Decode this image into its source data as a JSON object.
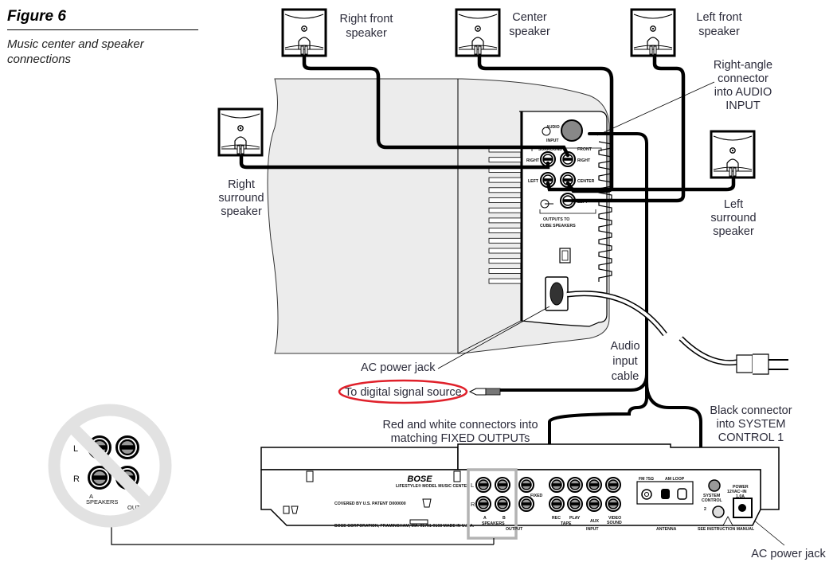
{
  "figure": {
    "title": "Figure 6",
    "caption": "Music center and speaker connections"
  },
  "speakers": {
    "right_front": [
      "Right front",
      "speaker"
    ],
    "center": [
      "Center",
      "speaker"
    ],
    "left_front": [
      "Left front",
      "speaker"
    ],
    "right_surround": [
      "Right",
      "surround",
      "speaker"
    ],
    "left_surround": [
      "Left",
      "surround",
      "speaker"
    ]
  },
  "callouts": {
    "right_angle": [
      "Right-angle",
      "connector",
      "into AUDIO",
      "INPUT"
    ],
    "ac_power_jack_module": "AC power jack",
    "digital_source": "To digital signal source",
    "audio_input_cable": [
      "Audio",
      "input",
      "cable"
    ],
    "red_white": [
      "Red and white connectors into",
      "matching FIXED OUTPUTs"
    ],
    "black_connector": [
      "Black connector",
      "into SYSTEM",
      "CONTROL 1"
    ],
    "ac_power_jack_center": "AC power jack"
  },
  "module_panel": {
    "audio_input": [
      "AUDIO",
      "INPUT"
    ],
    "surround": "SURROUND",
    "front": "FRONT",
    "right_left": "RIGHT",
    "right_right": "RIGHT",
    "left_left": "LEFT",
    "center": "CENTER",
    "left_right": "LEFT",
    "outputs": [
      "OUTPUTS TO",
      "CUBE SPEAKERS"
    ]
  },
  "music_center": {
    "brand": "BOSE",
    "model": "LIFESTYLE® MODEL MUSIC CENTER",
    "patent": "COVERED BY U.S. PATENT D000000",
    "corp": "BOSE CORPORATION, FRAMINGHAM, MA. 01701-9168 MADE IN U.S.A.",
    "L": "L",
    "R": "R",
    "speakers_a": "A",
    "speakers_b": "B",
    "speakers": "SPEAKERS",
    "output": "OUTPUT",
    "fixed": "FIXED",
    "rec": "REC",
    "play": "PLAY",
    "tape": "TAPE",
    "aux": "AUX",
    "video_sound": [
      "VIDEO",
      "SOUND"
    ],
    "input": "INPUT",
    "fm": "FM 75Ω",
    "am_loop": "AM LOOP",
    "antenna": "ANTENNA",
    "system_control": [
      "SYSTEM",
      "CONTROL"
    ],
    "sc_2": "2",
    "see_manual": "SEE INSTRUCTION MANUAL",
    "power": [
      "POWER",
      "12VAC~IN",
      "1.0A"
    ]
  },
  "inset": {
    "L": "L",
    "R": "R",
    "A": "A",
    "speakers": "SPEAKERS",
    "out": "OUT"
  },
  "colors": {
    "highlight_oval": "#e0212b",
    "highlight_box": "#b3b3b3",
    "module_fill": "#ececec",
    "prohibit_gray": "#e2e2e2"
  }
}
